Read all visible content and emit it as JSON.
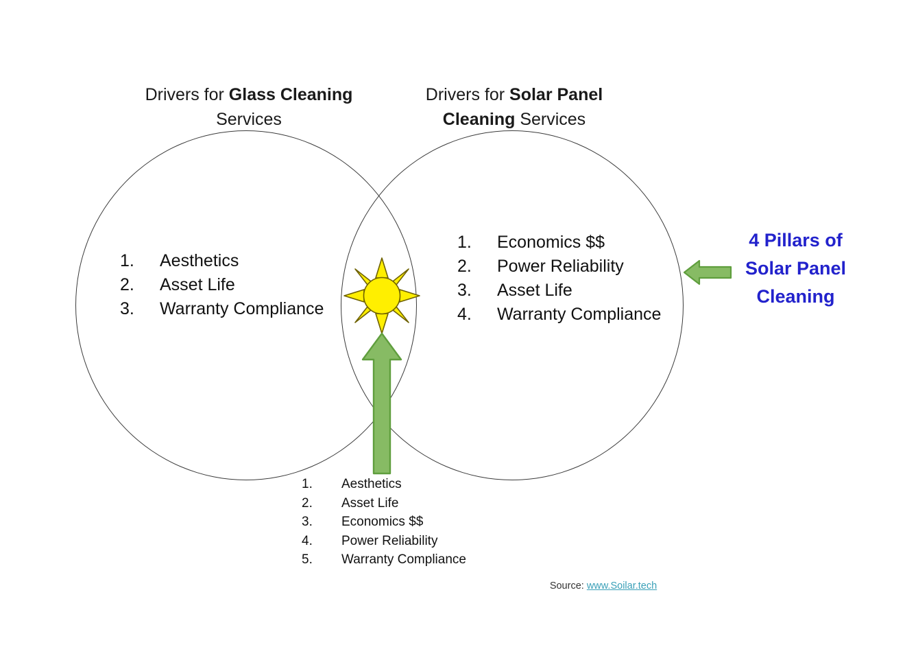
{
  "diagram": {
    "type": "venn",
    "left_circle": {
      "title_prefix": "Drivers for ",
      "title_bold": "Glass Cleaning",
      "title_suffix": " Services",
      "title_line1_plain": "Drivers for ",
      "title_line1_bold": "Glass Cleaning",
      "title_line2": "Services",
      "items": [
        {
          "num": "1.",
          "text": "Aesthetics"
        },
        {
          "num": "2.",
          "text": "Asset Life"
        },
        {
          "num": "3.",
          "text": "Warranty Compliance"
        }
      ]
    },
    "right_circle": {
      "title_line1_plain": "Drivers for ",
      "title_line1_bold": "Solar Panel",
      "title_line2_bold": "Cleaning",
      "title_line2_plain": " Services",
      "items": [
        {
          "num": "1.",
          "text": "Economics $$"
        },
        {
          "num": "2.",
          "text": "Power Reliability"
        },
        {
          "num": "3.",
          "text": "Asset Life"
        },
        {
          "num": "4.",
          "text": "Warranty Compliance"
        }
      ]
    },
    "combined_list": [
      {
        "num": "1.",
        "text": "Aesthetics"
      },
      {
        "num": "2.",
        "text": "Asset Life"
      },
      {
        "num": "3.",
        "text": "Economics $$"
      },
      {
        "num": "4.",
        "text": "Power Reliability"
      },
      {
        "num": "5.",
        "text": "Warranty Compliance"
      }
    ],
    "callout": {
      "line1": "4 Pillars of",
      "line2": "Solar Panel",
      "line3": "Cleaning"
    },
    "source": {
      "label": "Source: ",
      "link_text": "www.Soilar.tech"
    },
    "icons": {
      "sun": "sun-icon",
      "arrow_up": "up-arrow-icon",
      "arrow_left": "left-arrow-icon"
    },
    "colors": {
      "callout_blue": "#2222cc",
      "arrow_green_fill": "#87bb64",
      "arrow_green_stroke": "#5f9e3d",
      "sun_yellow": "#ffef00",
      "sun_outline": "#7a6a00",
      "circle_stroke": "#3a3a3a",
      "link_teal": "#3aa0b8",
      "background": "#ffffff"
    }
  }
}
